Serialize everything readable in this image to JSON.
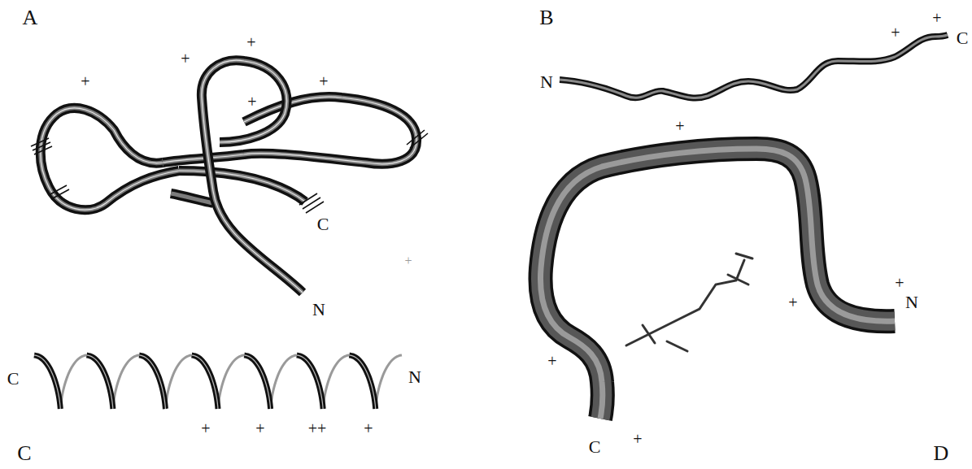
{
  "diagram": {
    "labels": [
      "A",
      "+",
      "+",
      "+",
      "+",
      "+",
      "C",
      "N",
      "+",
      "B",
      "N",
      "+",
      "+",
      "C",
      "+",
      "C",
      "N",
      "+",
      "+",
      "++",
      "+",
      "C",
      "D",
      "N",
      "+",
      "+",
      "+",
      "C",
      "+"
    ]
  }
}
